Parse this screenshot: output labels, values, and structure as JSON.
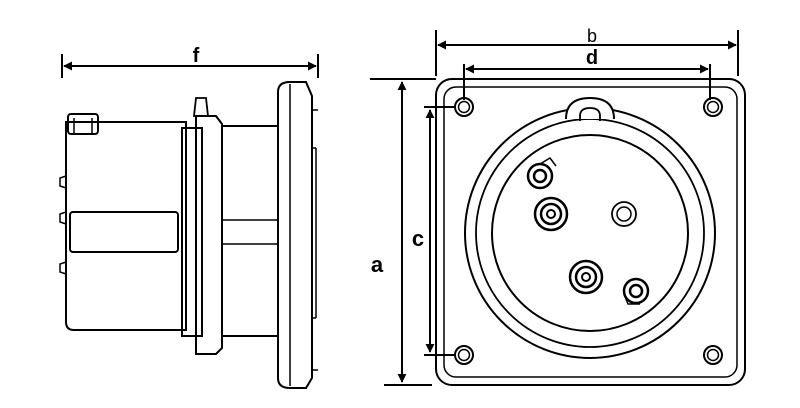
{
  "labels": {
    "a": "a",
    "b": "b",
    "c": "c",
    "d": "d",
    "f": "f"
  },
  "colors": {
    "stroke": "#000000",
    "fill": "#ffffff"
  }
}
